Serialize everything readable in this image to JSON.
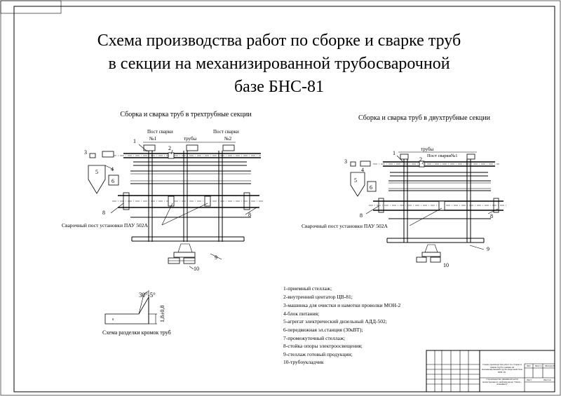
{
  "title": {
    "line1": "Схема производства работ по сборке и сварке труб",
    "line2": "в секции на механизированной трубосварочной",
    "line3": "базе БНС-81"
  },
  "left_scheme": {
    "heading": "Сборка и сварка труб в трехтрубные секции",
    "post1_line1": "Пост сварки",
    "post1_line2": "№1",
    "post2_label": "Пост сварки",
    "post2_num": "№2",
    "pipes_label": "трубы",
    "welding_post_label": "Сварочный пост установки ПАУ 502А",
    "callouts": [
      "1",
      "2",
      "3",
      "4",
      "5",
      "6",
      "8",
      "8",
      "9",
      "10"
    ]
  },
  "right_scheme": {
    "heading": "Сборка и сварка труб в двухтрубные секции",
    "pipes_label": "трубы",
    "post_label": "Пост сварки№1",
    "welding_post_label": "Сварочный пост установки ПАУ 502А",
    "callouts": [
      "1",
      "2",
      "3",
      "4",
      "5",
      "6",
      "8",
      "8",
      "9",
      "10"
    ]
  },
  "edge_detail": {
    "angle_label": "30°-5°",
    "dim_label": "1,8±0,8",
    "s_label": "s",
    "caption": "Схема разделки кромок труб"
  },
  "legend": [
    "1-приемный стеллаж;",
    "2-внутренний центатор ЦВ-81;",
    "3-машинка для очистки и намотки проволки МОН-2",
    "4-блок питания;",
    "5-агрегат электрический дизельный АДД-502;",
    "6-передвижная эл.станция (30кВТ);",
    "7-промежуточный стеллаж;",
    "8-стойка опоры электроосвещения;",
    "9-стеллаж готовый продукции;",
    "10-трубоукладчик"
  ],
  "title_block": {
    "description": "Схема производства работ по сборке и сварке труб в секции на механизированной трубосварочной базе БНС-81",
    "organization": "Строительство линейной части магистрального нефтепровода \"Омск - Ачининск\"",
    "col_stage": "Лит.",
    "col_mass": "Масса",
    "col_scale": "Масштаб",
    "sheet_label": "Листов",
    "sheet": "Лист"
  }
}
